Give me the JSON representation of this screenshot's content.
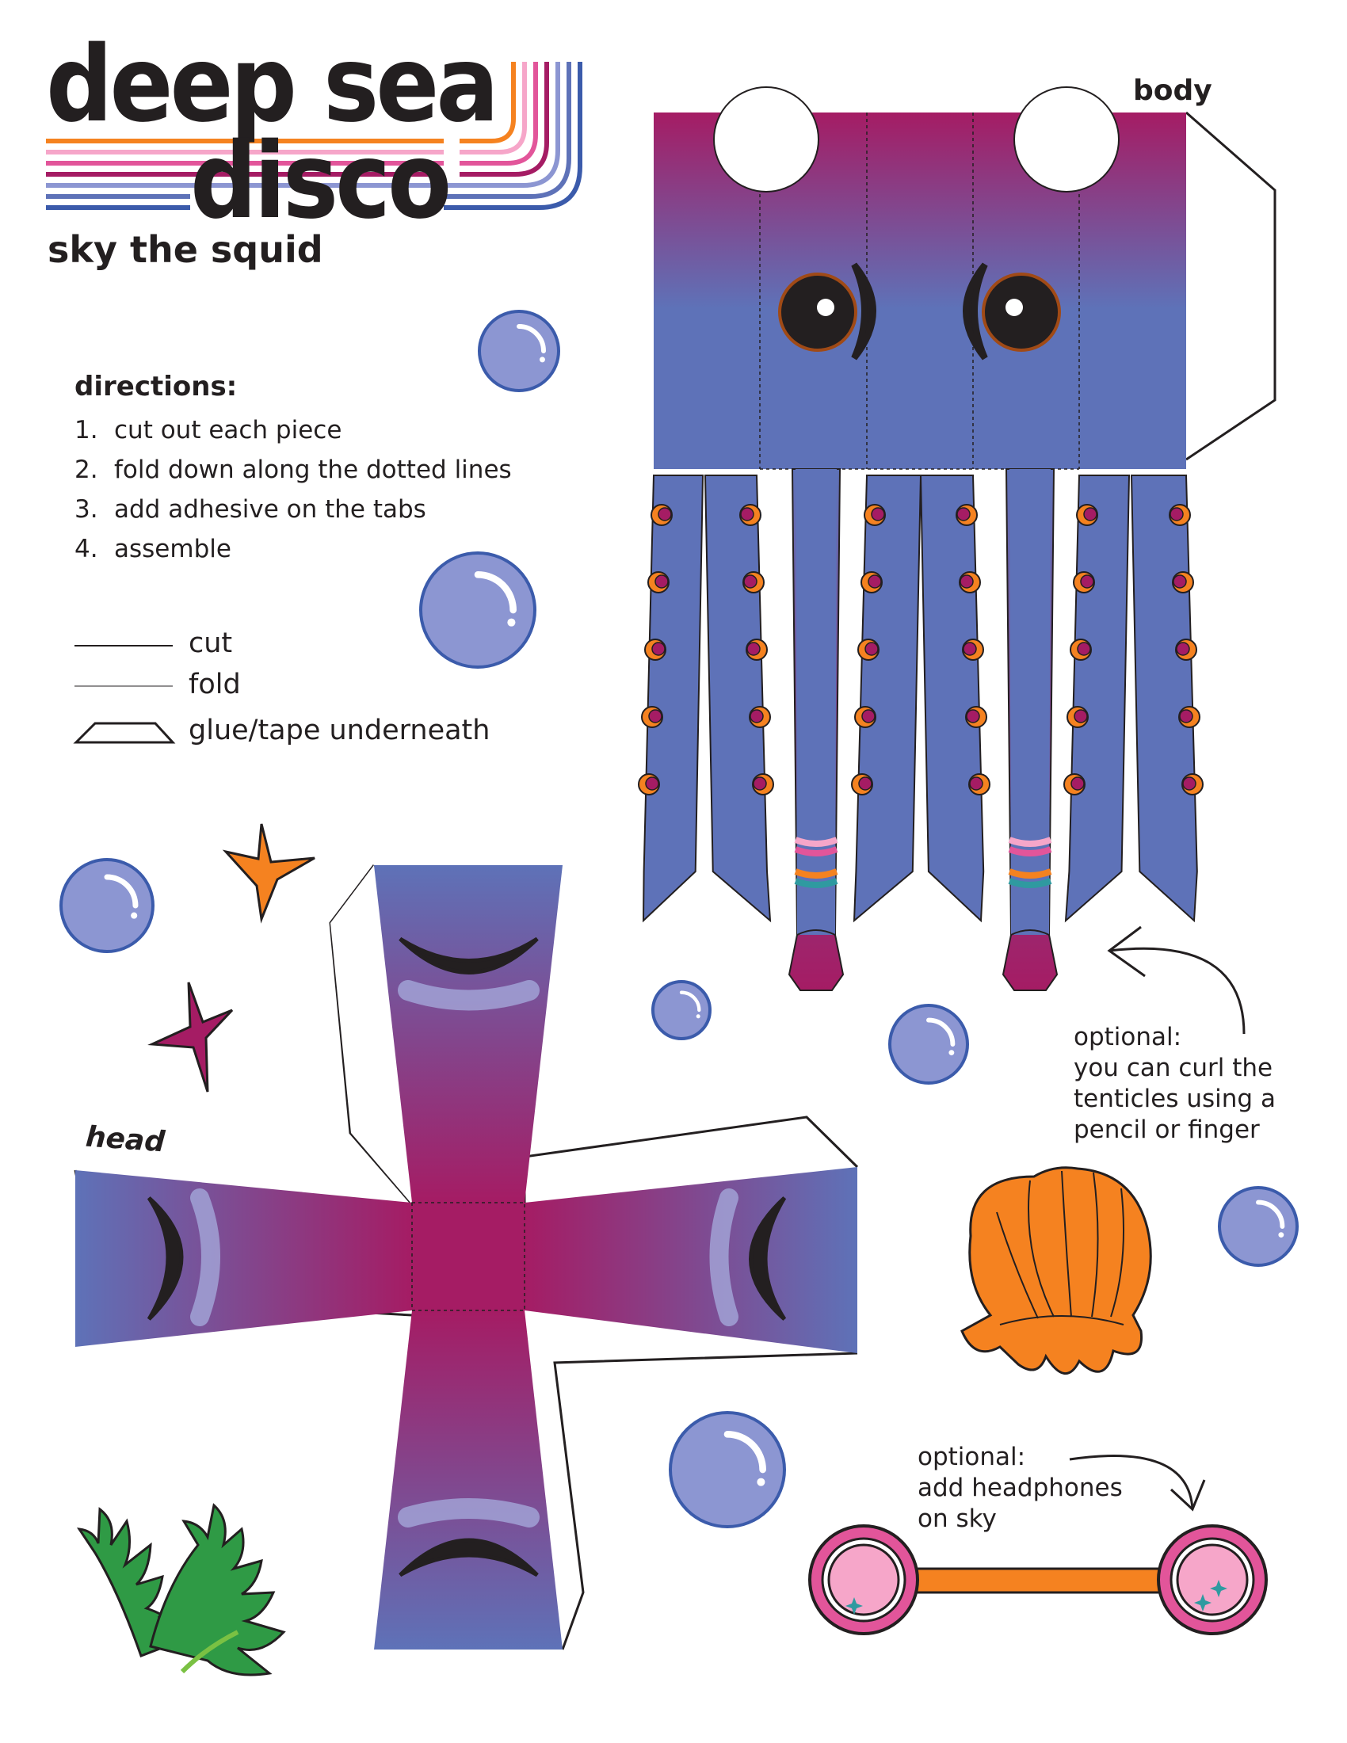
{
  "header": {
    "title_line1": "deep sea",
    "title_line2": "disco",
    "subtitle": "sky the squid"
  },
  "directions": {
    "heading": "directions:",
    "steps": [
      {
        "num": "1.",
        "text": "cut out each piece"
      },
      {
        "num": "2.",
        "text": "fold down along the dotted lines"
      },
      {
        "num": "3.",
        "text": "add adhesive on the tabs"
      },
      {
        "num": "4.",
        "text": "assemble"
      }
    ]
  },
  "legend": {
    "cut": "cut",
    "fold": "fold",
    "glue": "glue/tape underneath"
  },
  "labels": {
    "body": "body",
    "head": "head"
  },
  "notes": {
    "curl": [
      "optional:",
      "you can curl the",
      "tenticles using a",
      "pencil or finger"
    ],
    "headphones": [
      "optional:",
      "add headphones",
      "on sky"
    ]
  },
  "colors": {
    "magenta": "#a51c64",
    "periwinkle": "#5e72b8",
    "bubble": "#8c96d2",
    "orange": "#f58220",
    "pink": "#f6a6c9",
    "green": "#2f9a45",
    "ink": "#231f20"
  }
}
